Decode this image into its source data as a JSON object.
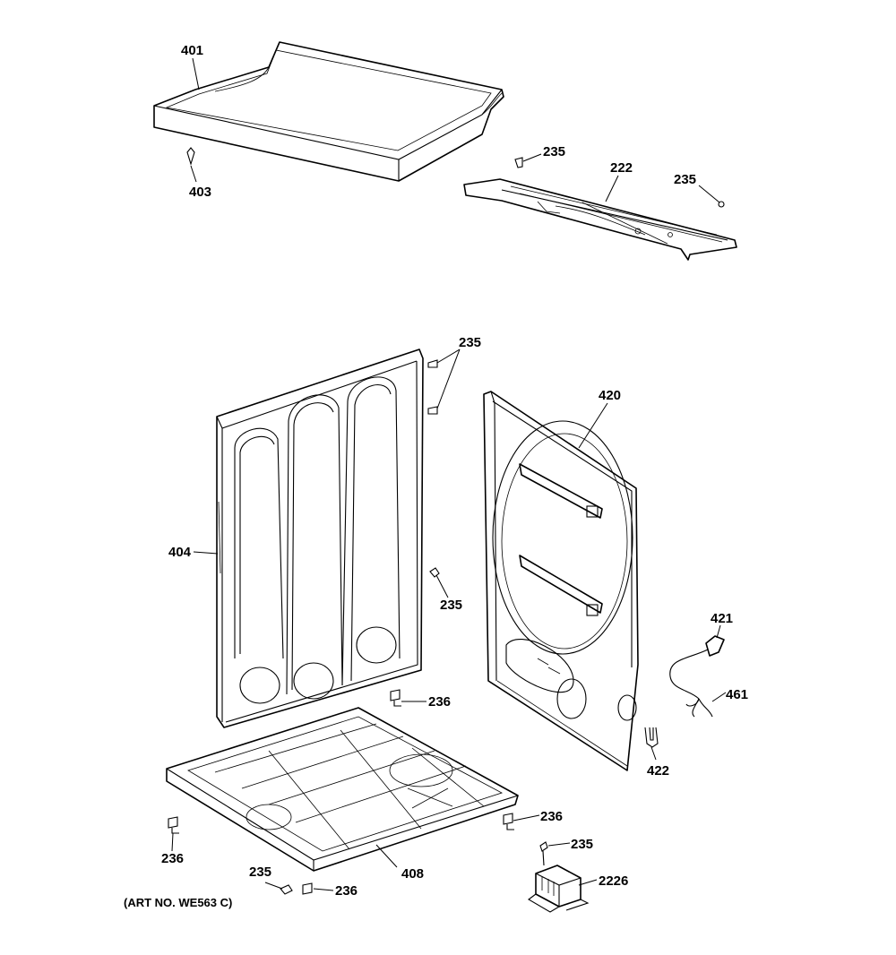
{
  "diagram": {
    "callouts": {
      "c401": "401",
      "c403": "403",
      "c235_a": "235",
      "c222": "222",
      "c235_b": "235",
      "c235_c": "235",
      "c420": "420",
      "c404": "404",
      "c235_d": "235",
      "c421": "421",
      "c461": "461",
      "c236_a": "236",
      "c422": "422",
      "c236_b": "236",
      "c236_c": "236",
      "c235_e": "235",
      "c408": "408",
      "c235_f": "235",
      "c236_d": "236",
      "c2226": "2226"
    },
    "art_number": "(ART NO. WE563 C)"
  }
}
